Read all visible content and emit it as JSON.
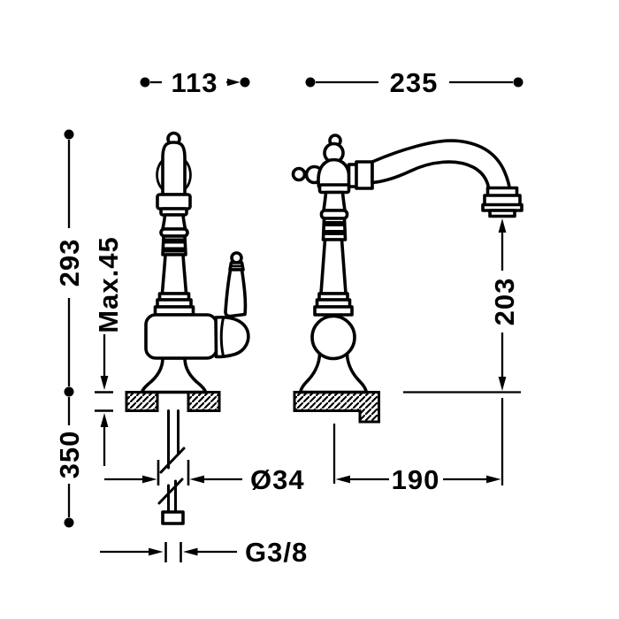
{
  "drawing": {
    "subject": "classic single-lever kitchen faucet technical drawing, front and side views",
    "background": "#ffffff",
    "line_color": "#000000",
    "unit": "mm"
  },
  "dimensions": {
    "front_width": "113",
    "side_width": "235",
    "total_height": "293",
    "max_deck_thickness": "Max.45",
    "supply_length": "350",
    "outlet_height": "203",
    "shank_diameter": "Ø34",
    "spout_reach": "190",
    "supply_thread": "G3/8"
  }
}
